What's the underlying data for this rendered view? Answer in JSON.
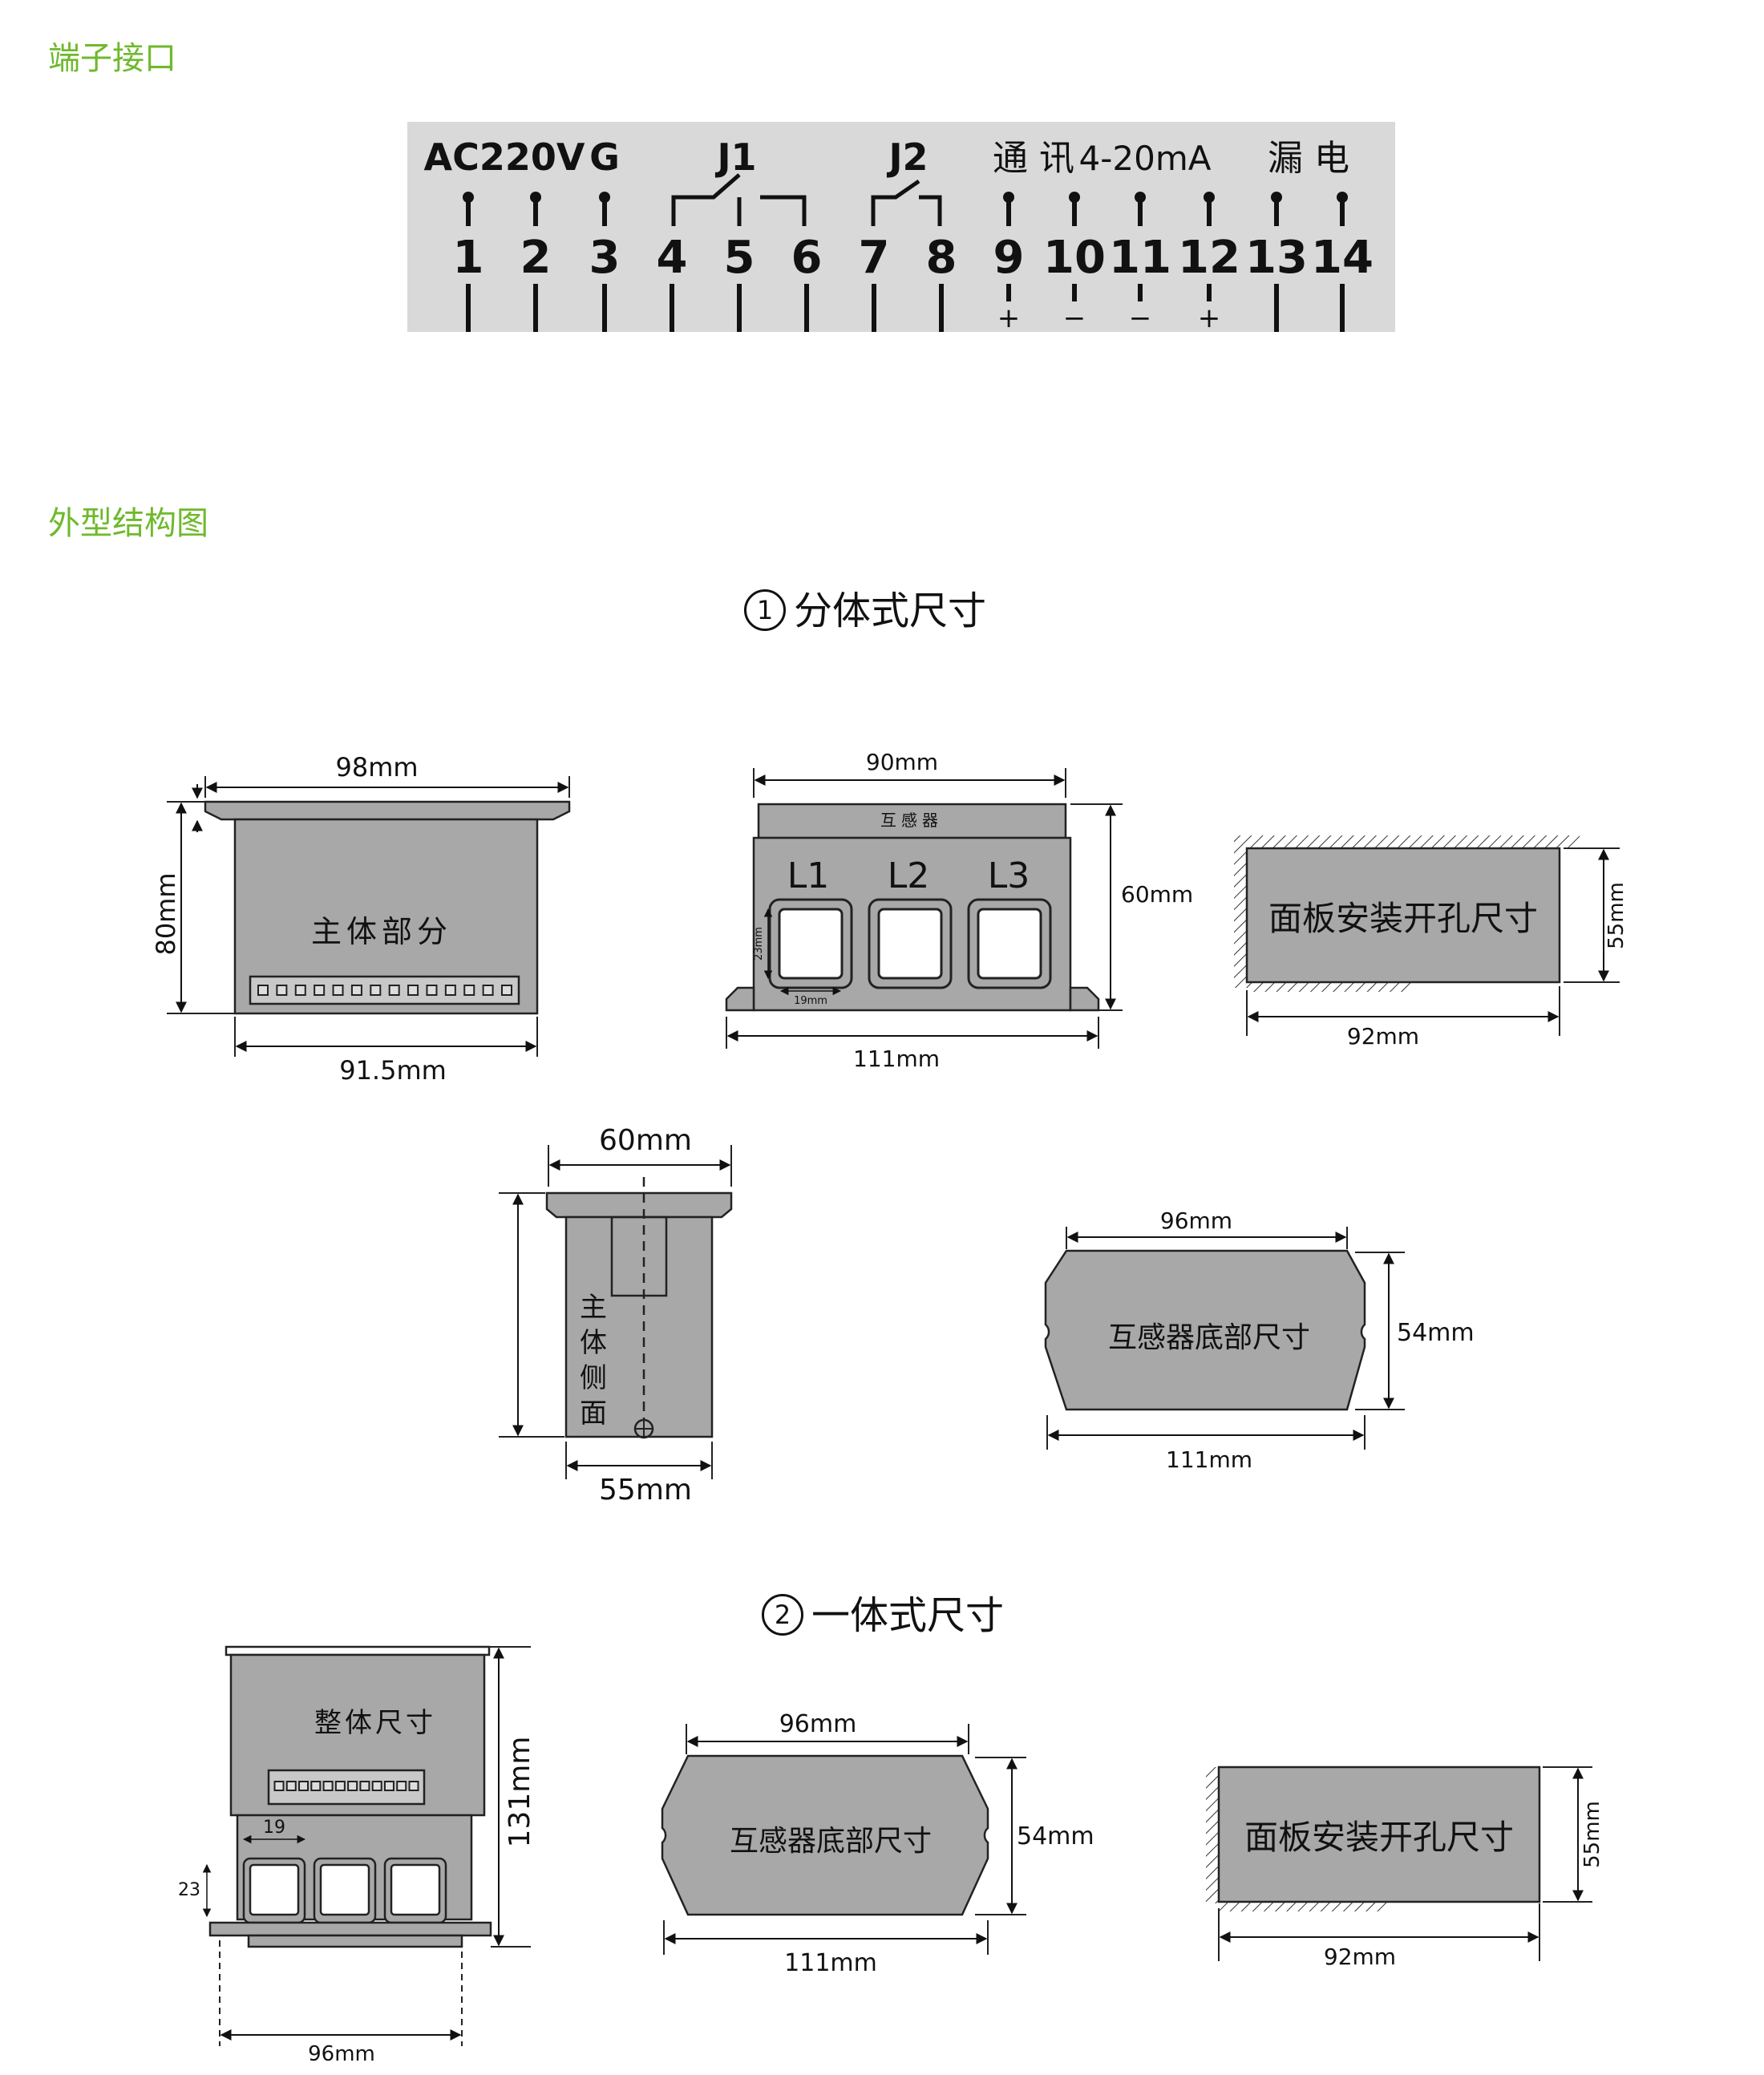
{
  "sections": {
    "terminal_title": "端子接口",
    "outline_title": "外型结构图"
  },
  "terminal": {
    "group_labels": [
      "AC220V",
      "G",
      "J1",
      "J2",
      "通 讯",
      "4-20mA",
      "漏 电"
    ],
    "numbers": [
      "1",
      "2",
      "3",
      "4",
      "5",
      "6",
      "7",
      "8",
      "9",
      "10",
      "11",
      "12",
      "13",
      "14"
    ],
    "polarity": [
      "+",
      "−",
      "−",
      "+"
    ]
  },
  "split_type": {
    "circle_num": "1",
    "title": "分体式尺寸",
    "main_front": {
      "width_top": "98mm",
      "height": "80mm",
      "width_bottom": "91.5mm",
      "label": "主体部分"
    },
    "ct_front": {
      "width_top": "90mm",
      "height": "60mm",
      "width_bottom": "111mm",
      "top_label": "互感器",
      "phases": [
        "L1",
        "L2",
        "L3"
      ],
      "hole_w": "19mm",
      "hole_h": "23mm"
    },
    "cutout": {
      "label": "面板安装开孔尺寸",
      "height": "55mm",
      "width": "92mm"
    },
    "main_side": {
      "width_top": "60mm",
      "width_bottom": "55mm",
      "label": [
        "主",
        "体",
        "侧",
        "面"
      ]
    },
    "ct_bottom": {
      "width_top": "96mm",
      "height": "54mm",
      "width_bottom": "111mm",
      "label": "互感器底部尺寸"
    }
  },
  "integrated_type": {
    "circle_num": "2",
    "title": "一体式尺寸",
    "whole": {
      "label": "整体尺寸",
      "height": "131mm",
      "hole_w": "19",
      "hole_h": "23",
      "width_bottom": "96mm"
    },
    "ct_bottom": {
      "width_top": "96mm",
      "height": "54mm",
      "width_bottom": "111mm",
      "label": "互感器底部尺寸"
    },
    "cutout": {
      "label": "面板安装开孔尺寸",
      "height": "55mm",
      "width": "92mm"
    }
  },
  "colors": {
    "section_title": "#6fb92c",
    "panel_gray": "#a8a8a8",
    "terminal_bg": "#d9d9d9"
  }
}
